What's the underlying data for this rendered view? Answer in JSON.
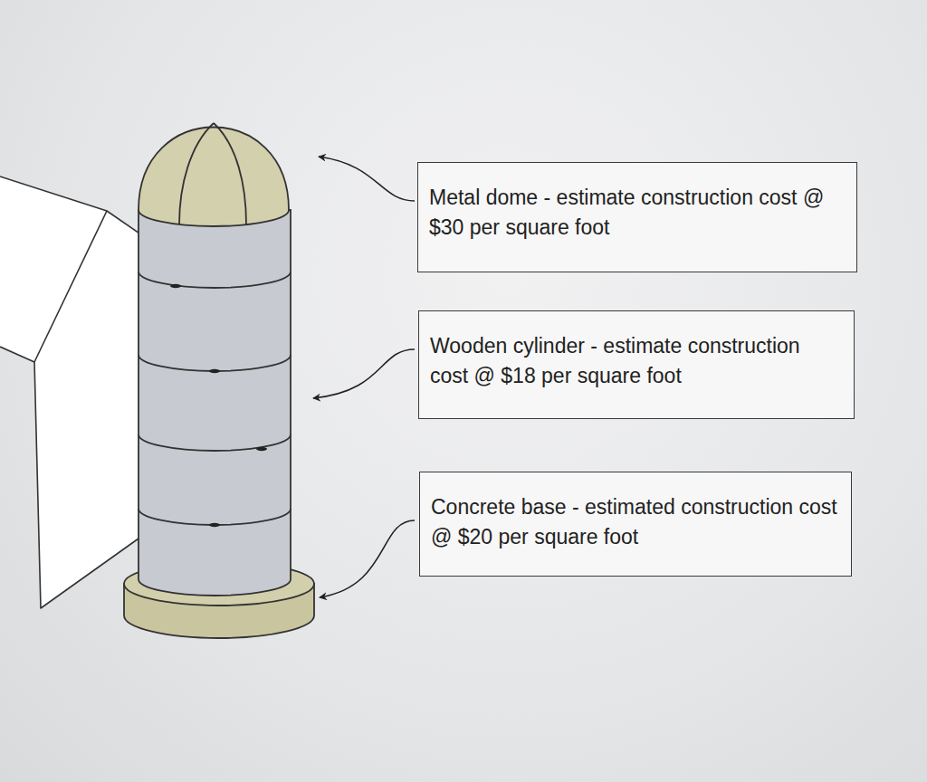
{
  "diagram": {
    "nodes": [
      {
        "text": [
          "Metal dome - estimate construction cost @ $30 per square foot"
        ]
      },
      {
        "text": [
          "Wooden cylinder - estimate construction cost @ $18 per square foot"
        ]
      },
      {
        "text": [
          "Concrete base - estimated construction cost @ $20 per square foot"
        ]
      }
    ]
  }
}
